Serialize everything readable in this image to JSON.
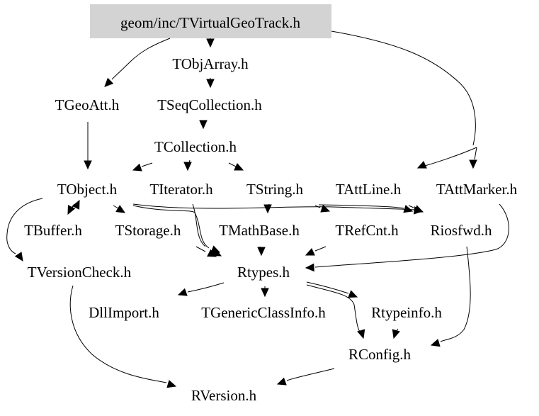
{
  "graph": {
    "title": "Include dependency graph",
    "root": "geom/inc/TVirtualGeoTrack.h",
    "root_fill": "#d3d3d3",
    "nodes": [
      {
        "id": "root",
        "label": "geom/inc/TVirtualGeoTrack.h",
        "highlight": true
      },
      {
        "id": "TObjArray",
        "label": "TObjArray.h"
      },
      {
        "id": "TGeoAtt",
        "label": "TGeoAtt.h"
      },
      {
        "id": "TSeqCollection",
        "label": "TSeqCollection.h"
      },
      {
        "id": "TCollection",
        "label": "TCollection.h"
      },
      {
        "id": "TObject",
        "label": "TObject.h"
      },
      {
        "id": "TIterator",
        "label": "TIterator.h"
      },
      {
        "id": "TString",
        "label": "TString.h"
      },
      {
        "id": "TAttLine",
        "label": "TAttLine.h"
      },
      {
        "id": "TAttMarker",
        "label": "TAttMarker.h"
      },
      {
        "id": "TBuffer",
        "label": "TBuffer.h"
      },
      {
        "id": "TStorage",
        "label": "TStorage.h"
      },
      {
        "id": "TMathBase",
        "label": "TMathBase.h"
      },
      {
        "id": "TRefCnt",
        "label": "TRefCnt.h"
      },
      {
        "id": "Riosfwd",
        "label": "Riosfwd.h"
      },
      {
        "id": "TVersionCheck",
        "label": "TVersionCheck.h"
      },
      {
        "id": "Rtypes",
        "label": "Rtypes.h"
      },
      {
        "id": "DllImport",
        "label": "DllImport.h"
      },
      {
        "id": "TGenericClassInfo",
        "label": "TGenericClassInfo.h"
      },
      {
        "id": "Rtypeinfo",
        "label": "Rtypeinfo.h"
      },
      {
        "id": "RConfig",
        "label": "RConfig.h"
      },
      {
        "id": "RVersion",
        "label": "RVersion.h"
      }
    ],
    "edges": [
      {
        "from": "root",
        "to": "TObjArray"
      },
      {
        "from": "root",
        "to": "TGeoAtt"
      },
      {
        "from": "root",
        "to": "TAttLine"
      },
      {
        "from": "root",
        "to": "TAttMarker"
      },
      {
        "from": "TObjArray",
        "to": "TSeqCollection"
      },
      {
        "from": "TSeqCollection",
        "to": "TCollection"
      },
      {
        "from": "TGeoAtt",
        "to": "TObject"
      },
      {
        "from": "TCollection",
        "to": "TObject"
      },
      {
        "from": "TCollection",
        "to": "TIterator"
      },
      {
        "from": "TCollection",
        "to": "TString"
      },
      {
        "from": "TObject",
        "to": "TBuffer"
      },
      {
        "from": "TObject",
        "to": "TStorage"
      },
      {
        "from": "TObject",
        "to": "TVersionCheck"
      },
      {
        "from": "TObject",
        "to": "Riosfwd"
      },
      {
        "from": "TObject",
        "to": "Rtypes"
      },
      {
        "from": "TBuffer",
        "to": "TObject"
      },
      {
        "from": "TIterator",
        "to": "Rtypes"
      },
      {
        "from": "TString",
        "to": "TMathBase"
      },
      {
        "from": "TString",
        "to": "TRefCnt"
      },
      {
        "from": "TString",
        "to": "Riosfwd"
      },
      {
        "from": "TAttLine",
        "to": "Riosfwd"
      },
      {
        "from": "TAttMarker",
        "to": "Rtypes"
      },
      {
        "from": "TStorage",
        "to": "Rtypes"
      },
      {
        "from": "TMathBase",
        "to": "Rtypes"
      },
      {
        "from": "TRefCnt",
        "to": "Rtypes"
      },
      {
        "from": "Riosfwd",
        "to": "RConfig"
      },
      {
        "from": "TVersionCheck",
        "to": "RVersion"
      },
      {
        "from": "Rtypes",
        "to": "DllImport"
      },
      {
        "from": "Rtypes",
        "to": "TGenericClassInfo"
      },
      {
        "from": "Rtypes",
        "to": "Rtypeinfo"
      },
      {
        "from": "Rtypes",
        "to": "RConfig"
      },
      {
        "from": "Rtypeinfo",
        "to": "RConfig"
      },
      {
        "from": "RConfig",
        "to": "RVersion"
      }
    ]
  }
}
